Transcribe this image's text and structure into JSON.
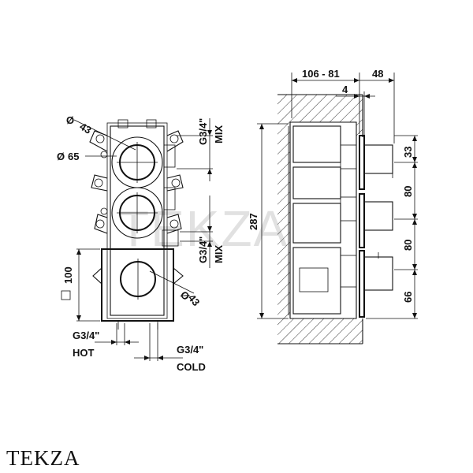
{
  "labels": {
    "front": {
      "dia43_top": "43",
      "dia65": "65",
      "dia43_bottom": "43",
      "square100": "100",
      "g34_hot": "G3/4\"",
      "hot": "HOT",
      "g34_cold": "G3/4\"",
      "cold": "COLD",
      "g34_mix_top": "G3/4\"",
      "mix_top": "MIX",
      "g34_mix_bottom": "G3/4\"",
      "mix_bottom": "MIX"
    },
    "side": {
      "depth_range": "106 - 81",
      "depth_48": "48",
      "depth_4": "4",
      "height_287": "287",
      "v33": "33",
      "v80_a": "80",
      "v80_b": "80",
      "v66": "66"
    }
  },
  "watermark": "TEKZA",
  "brand": "TEKZA"
}
